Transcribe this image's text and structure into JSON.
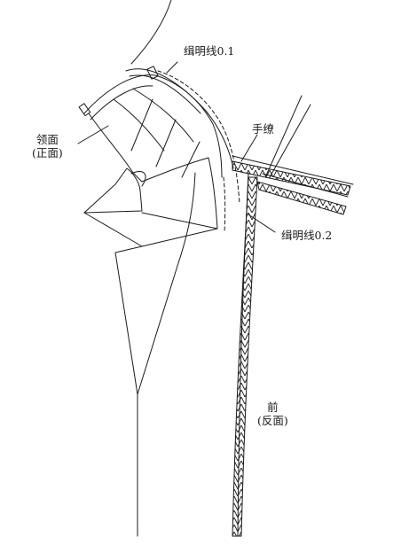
{
  "labels": {
    "collar_face_line1": "领面",
    "collar_face_line2": "(正面)",
    "topstitch_01": "缉明线0.1",
    "hand_stitch": "手缭",
    "topstitch_02": "缉明线0.2",
    "front_line1": "前",
    "front_line2": "(反面)"
  },
  "colors": {
    "line": "#1a1a1a",
    "background": "#ffffff"
  }
}
